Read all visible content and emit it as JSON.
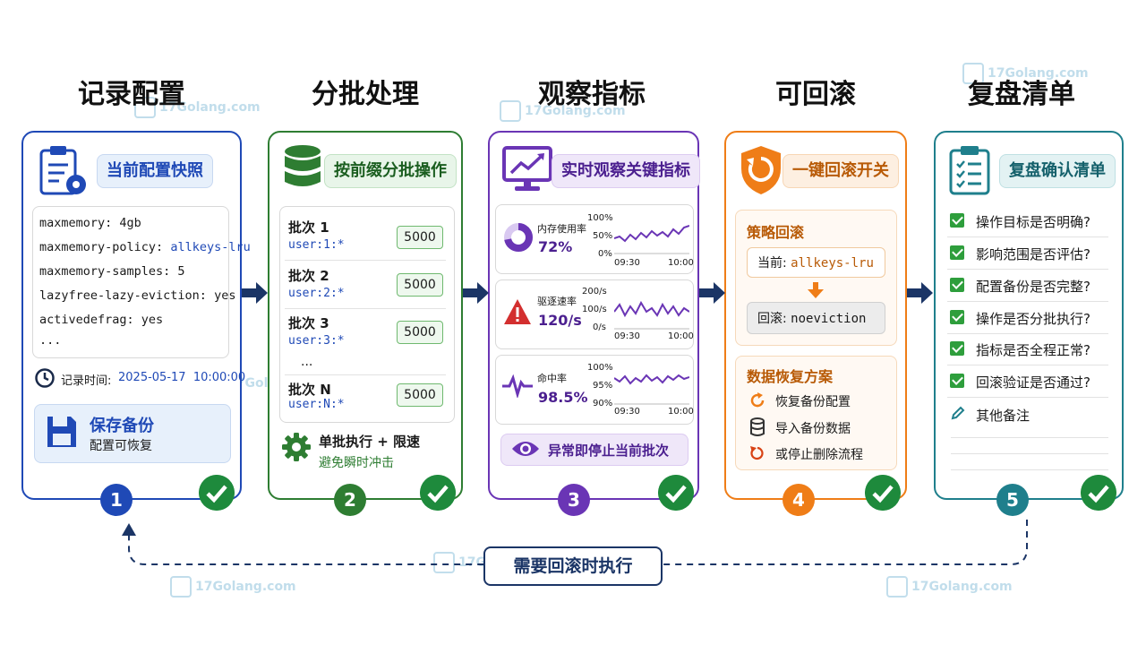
{
  "steps": [
    {
      "title": "记录配置",
      "num": "1"
    },
    {
      "title": "分批处理",
      "num": "2"
    },
    {
      "title": "观察指标",
      "num": "3"
    },
    {
      "title": "可回滚",
      "num": "4"
    },
    {
      "title": "复盘清单",
      "num": "5"
    }
  ],
  "card1": {
    "pill": "当前配置快照",
    "config": [
      "maxmemory: 4gb",
      "maxmemory-policy: allkeys-lru",
      "maxmemory-samples: 5",
      "lazyfree-lazy-eviction: yes",
      "activedefrag: yes",
      "..."
    ],
    "config_policy_key": "maxmemory-policy: ",
    "config_policy_val": "allkeys-lru",
    "record_label": "记录时间:",
    "record_time": "2025-05-17  10:00:00",
    "save_title": "保存备份",
    "save_sub": "配置可恢复"
  },
  "card2": {
    "pill": "按前缀分批操作",
    "batches": [
      {
        "name": "批次 1",
        "key": "user:1:*",
        "count": "5000"
      },
      {
        "name": "批次 2",
        "key": "user:2:*",
        "count": "5000"
      },
      {
        "name": "批次 3",
        "key": "user:3:*",
        "count": "5000"
      },
      {
        "name": "批次 N",
        "key": "user:N:*",
        "count": "5000"
      }
    ],
    "ellipsis": "...",
    "footer_title": "单批执行 + 限速",
    "footer_sub": "避免瞬时冲击"
  },
  "card3": {
    "pill": "实时观察关键指标",
    "metrics": [
      {
        "label": "内存使用率",
        "value": "72%",
        "ticks": [
          "100%",
          "50%",
          "0%"
        ],
        "x": [
          "09:30",
          "10:00"
        ]
      },
      {
        "label": "驱逐速率",
        "value": "120/s",
        "ticks": [
          "200/s",
          "100/s",
          "0/s"
        ],
        "x": [
          "09:30",
          "10:00"
        ]
      },
      {
        "label": "命中率",
        "value": "98.5%",
        "ticks": [
          "100%",
          "95%",
          "90%"
        ],
        "x": [
          "09:30",
          "10:00"
        ]
      }
    ],
    "footer": "异常即停止当前批次"
  },
  "card4": {
    "pill": "一键回滚开关",
    "strategy_title": "策略回滚",
    "current_label": "当前: ",
    "current_val": "allkeys-lru",
    "rollback_label": "回滚: ",
    "rollback_val": "noeviction",
    "recovery_title": "数据恢复方案",
    "recovery_items": [
      "恢复备份配置",
      "导入备份数据",
      "或停止删除流程"
    ]
  },
  "card5": {
    "pill": "复盘确认清单",
    "items": [
      "操作目标是否明确?",
      "影响范围是否评估?",
      "配置备份是否完整?",
      "操作是否分批执行?",
      "指标是否全程正常?",
      "回滚验证是否通过?"
    ],
    "notes": "其他备注"
  },
  "loop_label": "需要回滚时执行",
  "watermark": "17Golang.com",
  "colors": {
    "blue": "#1f49b6",
    "green": "#2e7d32",
    "purple": "#6a35b5",
    "orange": "#ef7d17",
    "teal": "#1f7f8c",
    "arrow": "#1b3566",
    "ok": "#1e8a3c"
  }
}
